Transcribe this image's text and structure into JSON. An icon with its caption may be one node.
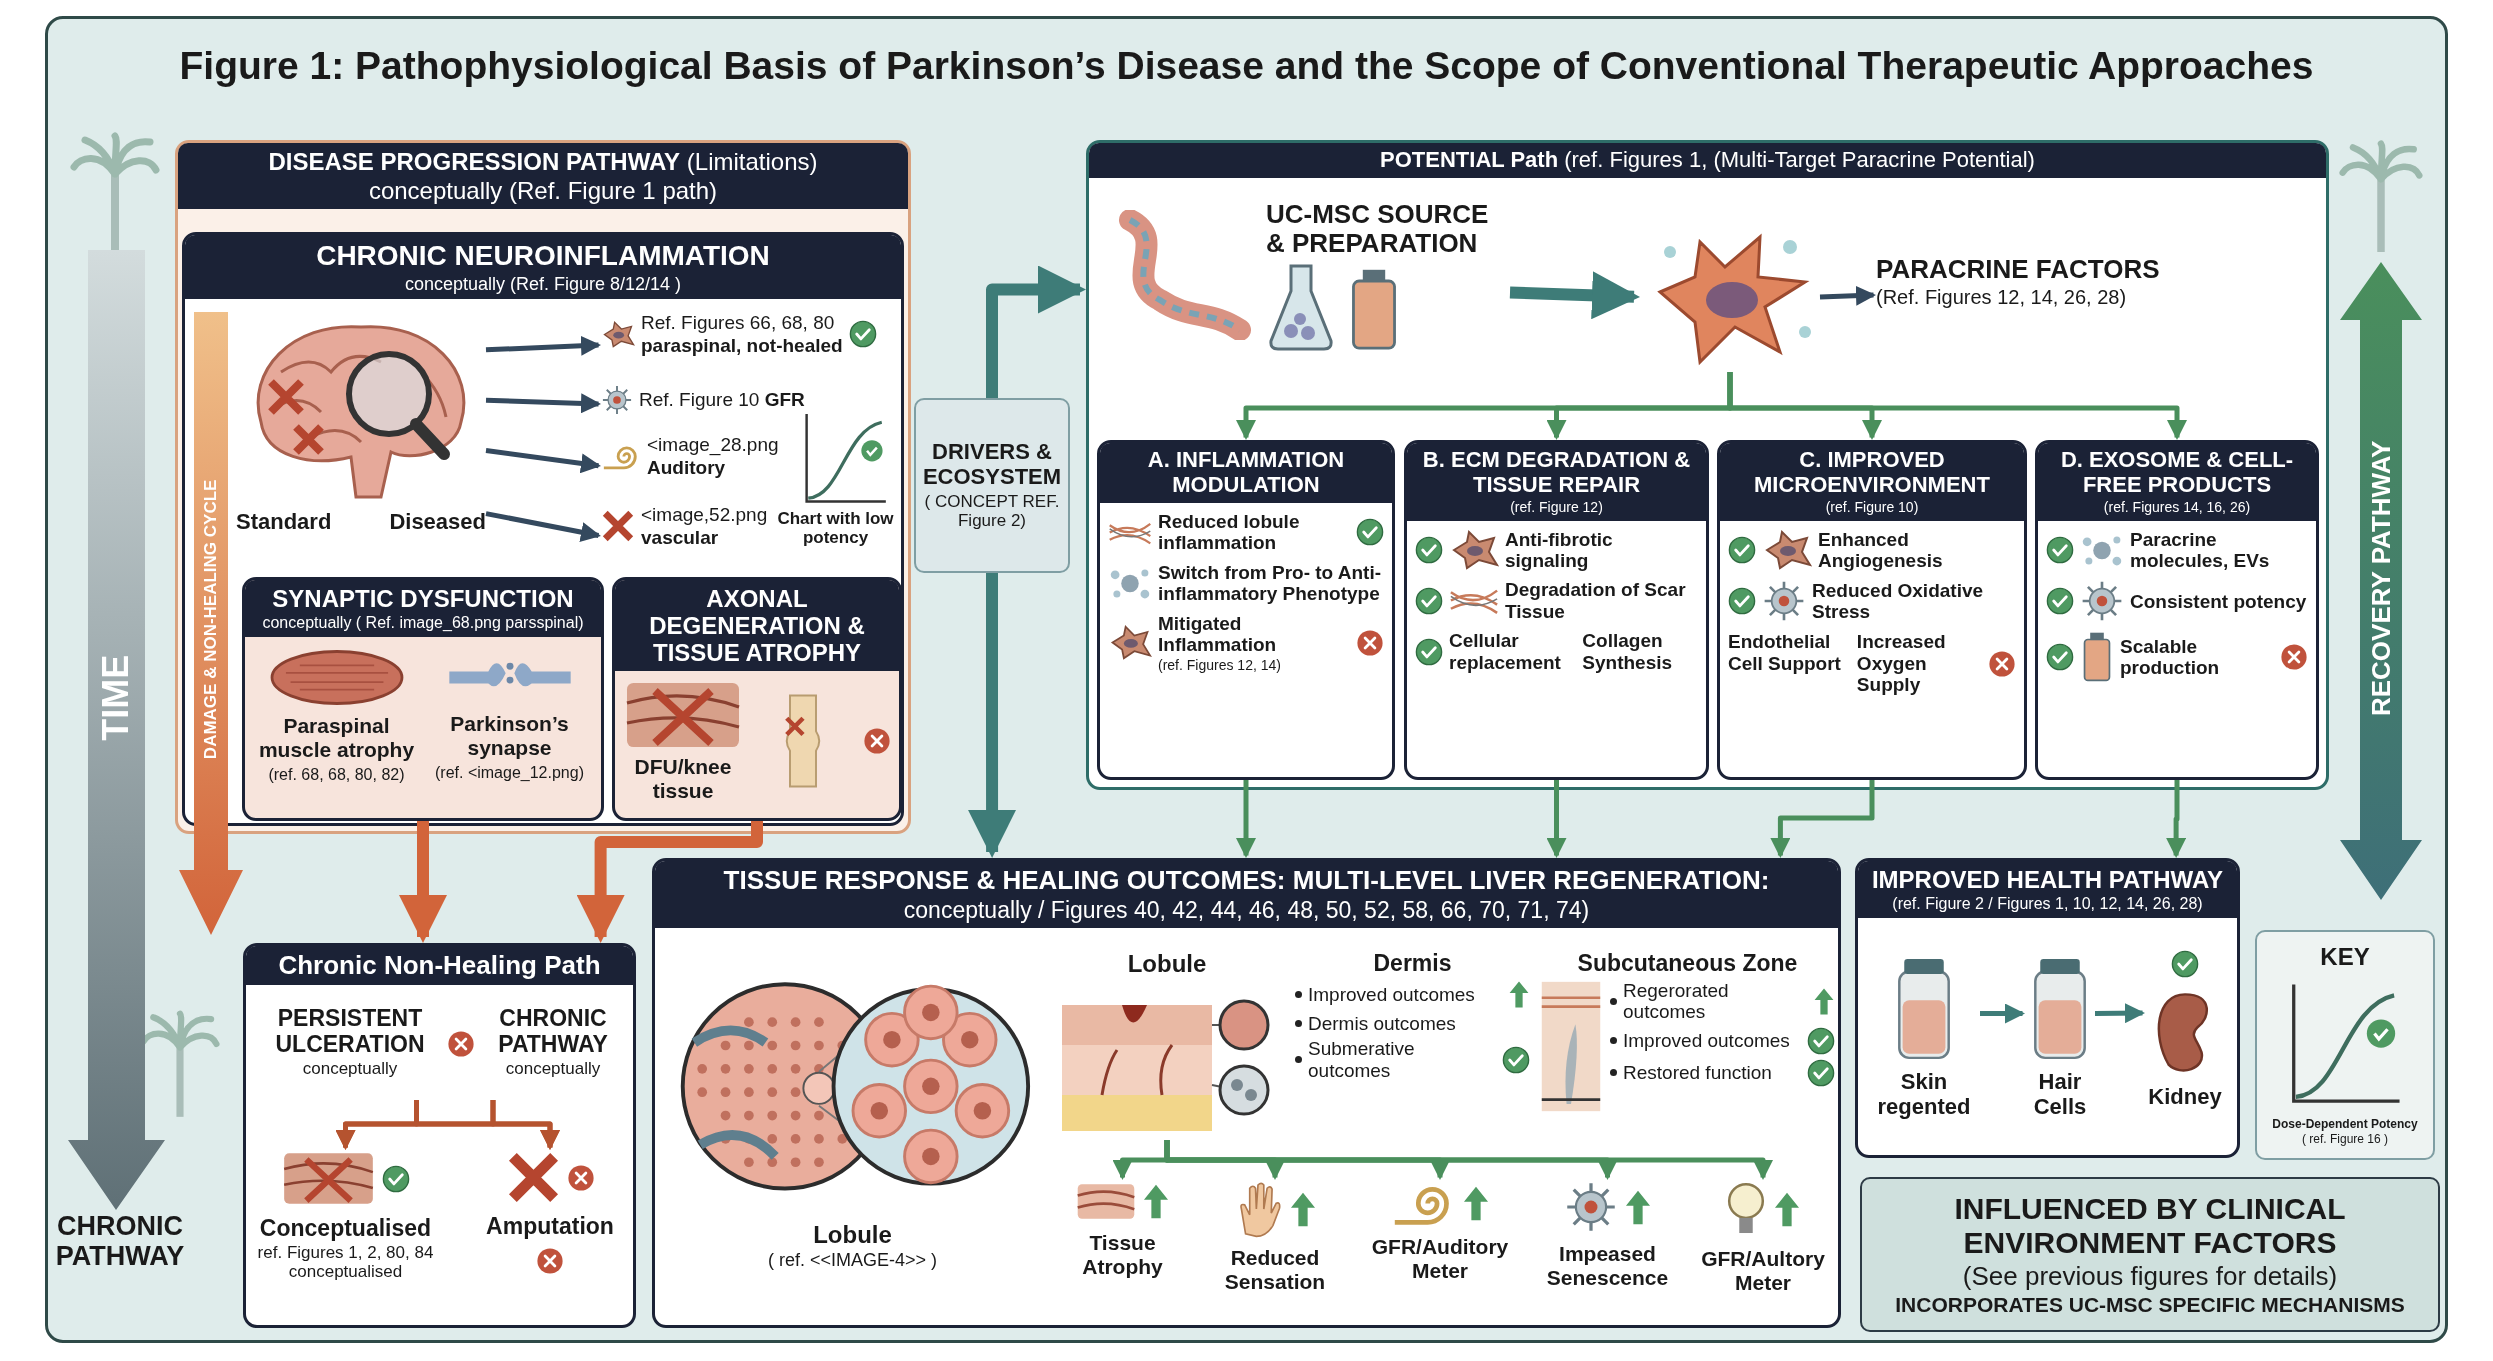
{
  "diagram": {
    "title": "Figure 1: Pathophysiological Basis of Parkinson’s Disease and the Scope of Conventional Therapeutic Approaches",
    "nodes": [
      {
        "text": [
          "**DISEASE PROGRESSION PATHWAY** (Limitations)",
          "conceptually (Ref. Figure 1 path)"
        ]
      },
      {
        "text": [
          "CHRONIC NEUROINFLAMMATION",
          "conceptually (Ref. Figure 8/12/14 )"
        ],
        "in": 0
      },
      {
        "text": [
          "Standard",
          "Diseased"
        ],
        "in": 1
      },
      {
        "text": [
          "Ref. Figures 66, 68, 80",
          "paraspinal, not-healed"
        ],
        "in": 1
      },
      {
        "text": [
          "Ref. Figure 10 **GFR**"
        ],
        "in": 1
      },
      {
        "text": [
          "<image_28.png",
          "Auditory"
        ],
        "in": 1
      },
      {
        "text": [
          "<image,52.png",
          "vascular"
        ],
        "in": 1
      },
      {
        "text": [
          "SYNAPTIC DYSFUNCTION",
          "conceptually ( Ref. image_68.png parsspinal)",
          "Paraspinal muscle atrophy",
          "(ref. 68, 68, 80, 82)",
          "Parkinson’s synapse",
          "(ref. <image_12.png)"
        ],
        "in": 1
      },
      {
        "text": [
          "AXONAL DEGENERATION & TISSUE ATROPHY",
          "DFU/knee tissue"
        ],
        "in": 1
      },
      {
        "text": [
          "DRIVERS & ECOSYSTEM",
          "( CONCEPT REF. Figure 2)"
        ]
      },
      {
        "text": [
          "**POTENTIAL Path** (ref. Figures 1, (Multi-Target Paracrine Potential)"
        ]
      },
      {
        "text": [
          "UC-MSC SOURCE & PREPARATION"
        ],
        "in": 10
      },
      {
        "text": [],
        "shape": "picture",
        "in": 10
      },
      {
        "text": [
          "PARACRINE FACTORS",
          "(Ref. Figures 12, 14, 26, 28)"
        ],
        "in": 10
      },
      {
        "text": [
          "A. INFLAMMATION MODULATION",
          "Reduced lobule inflammation",
          "Switch from Pro- to Anti-inflammatory Phenotype",
          "Mitigated Inflammation",
          "(ref. Figures 12, 14)"
        ],
        "in": 10
      },
      {
        "text": [
          "B. ECM DEGRADATION & TISSUE REPAIR",
          "(ref. Figure 12)",
          "Anti-fibrotic signaling",
          "Degradation of Scar Tissue",
          "Cellular replacement",
          "Collagen Synthesis"
        ],
        "in": 10
      },
      {
        "text": [
          "C. IMPROVED MICROENVIRONMENT",
          "(ref. Figure 10)",
          "Enhanced Angiogenesis",
          "Reduced Oxidative Stress",
          "Endothelial Cell Support",
          "Increased Oxygen Supply"
        ],
        "in": 10
      },
      {
        "text": [
          "D. EXOSOME & CELL-FREE PRODUCTS",
          "(ref. Figures 14, 16, 26)",
          "Paracrine molecules, EVs",
          "Consistent potency",
          "Scalable production"
        ],
        "in": 10
      },
      {
        "text": [
          "TISSUE RESPONSE & HEALING OUTCOMES: MULTI-LEVEL LIVER REGENERATION:",
          "conceptually / Figures 40, 42, 44, 46, 48, 50, 52, 58, 66, 70, 71, 74)"
        ]
      },
      {
        "text": [
          "Lobule",
          "( ref. <<IMAGE-4>> )"
        ],
        "in": 18
      },
      {
        "text": [
          "Lobule"
        ],
        "in": 18
      },
      {
        "text": [
          "Dermis",
          "Improved outcomes",
          "Dermis outcomes",
          "Submerative outcomes"
        ],
        "in": 18
      },
      {
        "text": [
          "Subcutaneous Zone",
          "Regerorated outcomes",
          "Improved outcomes",
          "Restored function"
        ],
        "in": 18
      },
      {
        "text": [
          "Tissue Atrophy"
        ],
        "in": 18
      },
      {
        "text": [
          "Reduced Sensation"
        ],
        "in": 18
      },
      {
        "text": [
          "GFR/Auditory Meter"
        ],
        "in": 18
      },
      {
        "text": [
          "Impeased Senescence"
        ],
        "in": 18
      },
      {
        "text": [
          "GFR/Aultory Meter"
        ],
        "in": 18
      },
      {
        "text": [
          "Chronic Non-Healing Path"
        ]
      },
      {
        "text": [
          "PERSISTENT ULCERATION",
          "conceptually"
        ],
        "in": 28
      },
      {
        "text": [
          "CHRONIC PATHWAY",
          "conceptually"
        ],
        "in": 28
      },
      {
        "text": [
          "Conceptualised",
          "ref. Figures 1, 2, 80, 84 conceptualised"
        ],
        "in": 28
      },
      {
        "text": [
          "Amputation"
        ],
        "in": 28
      },
      {
        "text": [
          "IMPROVED HEALTH PATHWAY",
          "(ref. Figure 2 / Figures 1, 10, 12, 14, 26, 28)"
        ]
      },
      {
        "text": [
          "Skin regented"
        ],
        "in": 33
      },
      {
        "text": [
          "Hair Cells"
        ],
        "in": 33
      },
      {
        "text": [
          "Kidney"
        ],
        "in": 33
      },
      {
        "text": [
          "KEY",
          "Dose-Dependent Potency",
          "( ref. Figure 16 )"
        ]
      },
      {
        "text": [
          "INFLUENCED BY CLINICAL ENVIRONMENT FACTORS",
          "(See previous figures for details)",
          "INCORPORATES UC-MSC SPECIFIC MECHANISMS"
        ]
      }
    ],
    "edges": [
      {
        "from": 2,
        "to": 3,
        "arrow": "to",
        "color": "#34495e"
      },
      {
        "from": 2,
        "to": 4,
        "arrow": "to",
        "color": "#34495e"
      },
      {
        "from": 2,
        "to": 5,
        "arrow": "to",
        "color": "#34495e"
      },
      {
        "from": 2,
        "to": 6,
        "arrow": "to",
        "color": "#34495e"
      },
      {
        "from": 7,
        "to": 28,
        "arrow": "to",
        "style": "thick",
        "color": "#d2643a"
      },
      {
        "from": 8,
        "to": 28,
        "arrow": "to",
        "style": "thick",
        "color": "#d2643a"
      },
      {
        "from": 9,
        "to": 10,
        "arrow": "to",
        "style": "thick",
        "color": "#3e7c78"
      },
      {
        "from": 9,
        "to": 18,
        "arrow": "to",
        "style": "thick",
        "color": "#3e7c78"
      },
      {
        "from": 11,
        "to": 12,
        "arrow": "to",
        "style": "thick",
        "color": "#3e7c78"
      },
      {
        "from": 12,
        "to": 13,
        "arrow": "to",
        "color": "#34495e"
      },
      {
        "from": 12,
        "to": 14,
        "arrow": "to"
      },
      {
        "from": 12,
        "to": 15,
        "arrow": "to"
      },
      {
        "from": 12,
        "to": 16,
        "arrow": "to"
      },
      {
        "from": 12,
        "to": 17,
        "arrow": "to"
      },
      {
        "from": 14,
        "to": 18,
        "arrow": "to"
      },
      {
        "from": 15,
        "to": 18,
        "arrow": "to"
      },
      {
        "from": 16,
        "to": 18,
        "arrow": "to"
      },
      {
        "from": 17,
        "to": 33,
        "arrow": "to"
      },
      {
        "from": 29,
        "to": 31,
        "arrow": "to",
        "color": "#b5532f"
      },
      {
        "from": 29,
        "to": 32,
        "arrow": "to",
        "color": "#b5532f"
      },
      {
        "from": 30,
        "to": 31,
        "arrow": "to",
        "color": "#b5532f"
      },
      {
        "from": 30,
        "to": 32,
        "arrow": "to",
        "color": "#b5532f"
      },
      {
        "from": 20,
        "to": 23,
        "arrow": "to"
      },
      {
        "from": 20,
        "to": 24,
        "arrow": "to"
      },
      {
        "from": 20,
        "to": 25,
        "arrow": "to"
      },
      {
        "from": 20,
        "to": 26,
        "arrow": "to"
      },
      {
        "from": 20,
        "to": 27,
        "arrow": "to"
      },
      {
        "from": 34,
        "to": 35,
        "arrow": "to",
        "color": "#3e7c78"
      },
      {
        "from": 35,
        "to": 36,
        "arrow": "to",
        "color": "#3e7c78"
      }
    ],
    "labels": [
      "Chart with low potency",
      "DAMAGE & NON-HEALING CYCLE",
      "TIME",
      "RECOVERY PATHWAY",
      "CHRONIC PATHWAY"
    ]
  }
}
